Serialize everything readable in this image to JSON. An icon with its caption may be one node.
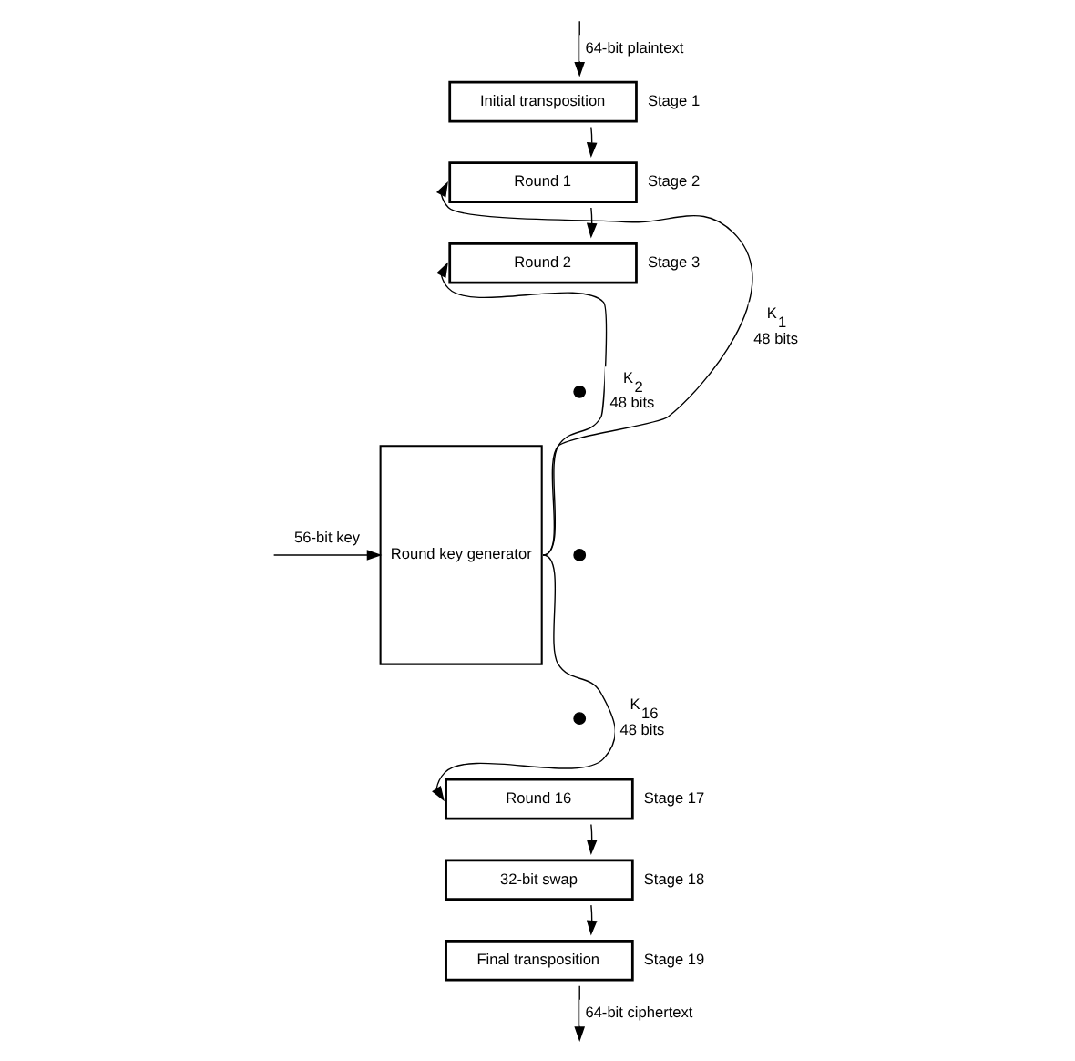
{
  "diagram": {
    "nodes": [
      {
        "text": [
          "Initial transposition"
        ],
        "beside": [
          "Stage 1"
        ]
      },
      {
        "text": [
          "Round 1"
        ],
        "beside": [
          "Stage 2"
        ]
      },
      {
        "text": [
          "Round 2"
        ],
        "beside": [
          "Stage 3"
        ]
      },
      {
        "text": [],
        "shape": "circle"
      },
      {
        "text": [],
        "shape": "circle"
      },
      {
        "text": [],
        "shape": "circle"
      },
      {
        "text": [
          "Round 16"
        ],
        "beside": [
          "Stage 17"
        ]
      },
      {
        "text": [
          "32-bit swap"
        ],
        "beside": [
          "Stage 18"
        ]
      },
      {
        "text": [
          "Final transposition"
        ],
        "beside": [
          "Stage 19"
        ]
      },
      {
        "text": [
          "Round key generator"
        ]
      }
    ],
    "edges": [
      {
        "from": null,
        "to": 0,
        "arrow": "to",
        "label": "64-bit plaintext"
      },
      {
        "from": 0,
        "to": 1,
        "arrow": "to"
      },
      {
        "from": 1,
        "to": 2,
        "arrow": "to"
      },
      {
        "from": 6,
        "to": 7,
        "arrow": "to"
      },
      {
        "from": 7,
        "to": 8,
        "arrow": "to"
      },
      {
        "from": 8,
        "to": null,
        "arrow": "to",
        "label": "64-bit ciphertext"
      },
      {
        "from": null,
        "to": 9,
        "arrow": "to",
        "label": "56-bit key"
      },
      {
        "from": 9,
        "to": 1,
        "arrow": "to",
        "label": "K$_{1}$ 48 bits"
      },
      {
        "from": 9,
        "to": 2,
        "arrow": "to",
        "label": "K$_{2}$ 48 bits"
      },
      {
        "from": 9,
        "to": 6,
        "arrow": "to",
        "label": "K$_{16}$ 48 bits"
      }
    ]
  }
}
